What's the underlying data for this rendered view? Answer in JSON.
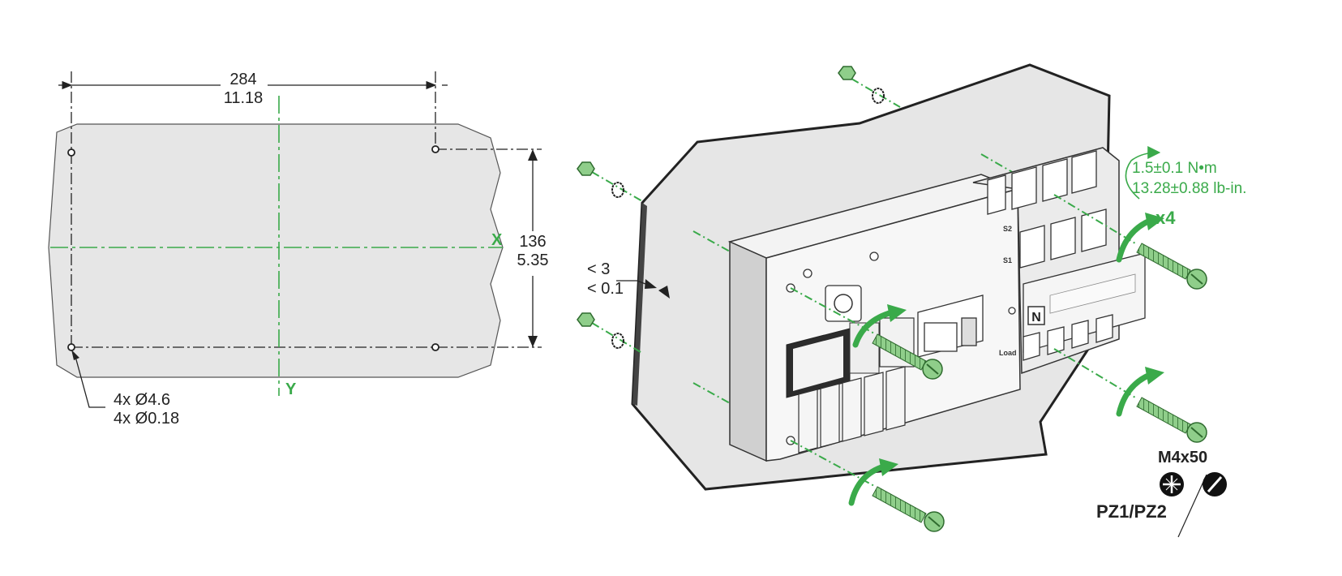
{
  "drawing": {
    "width_mm": "284",
    "width_in": "11.18",
    "height_mm": "136",
    "height_in": "5.35",
    "axis_x": "X",
    "axis_y": "Y",
    "holes_mm": "4x Ø4.6",
    "holes_in": "4x Ø0.18"
  },
  "install": {
    "thickness_mm": "< 3",
    "thickness_in": "< 0.1",
    "torque_nm": "1.5±0.1 N•m",
    "torque_lbin": "13.28±0.88 lb-in.",
    "quantity": "x4",
    "screw": "M4x50",
    "driver": "PZ1/PZ2",
    "neutral_mark": "N",
    "label_load": "Load",
    "label_s1": "S1",
    "label_s2": "S2"
  },
  "colors": {
    "accent": "#3aaa4a",
    "panel": "#e6e6e6",
    "line": "#222222"
  }
}
